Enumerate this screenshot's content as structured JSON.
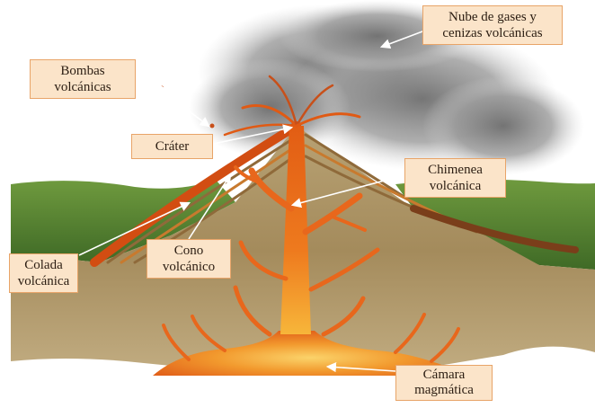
{
  "labels": {
    "bombas": [
      "Bombas",
      "volcánicas"
    ],
    "nube": [
      "Nube de gases y",
      "cenizas volcánicas"
    ],
    "crater": [
      "Cráter"
    ],
    "chimenea": [
      "Chimenea",
      "volcánica"
    ],
    "cono": [
      "Cono",
      "volcánico"
    ],
    "colada": [
      "Colada",
      "volcánica"
    ],
    "camara": [
      "Cámara",
      "magmática"
    ]
  },
  "colors": {
    "label_fill": "#fbe4c9",
    "label_border": "#e8a468",
    "magma": "#e8671c",
    "magma_hot": "#f6b233",
    "ground": "#a89064",
    "vegetation": "#5f8a36",
    "ash": "#8a8a8a",
    "arrow": "#ffffff"
  }
}
